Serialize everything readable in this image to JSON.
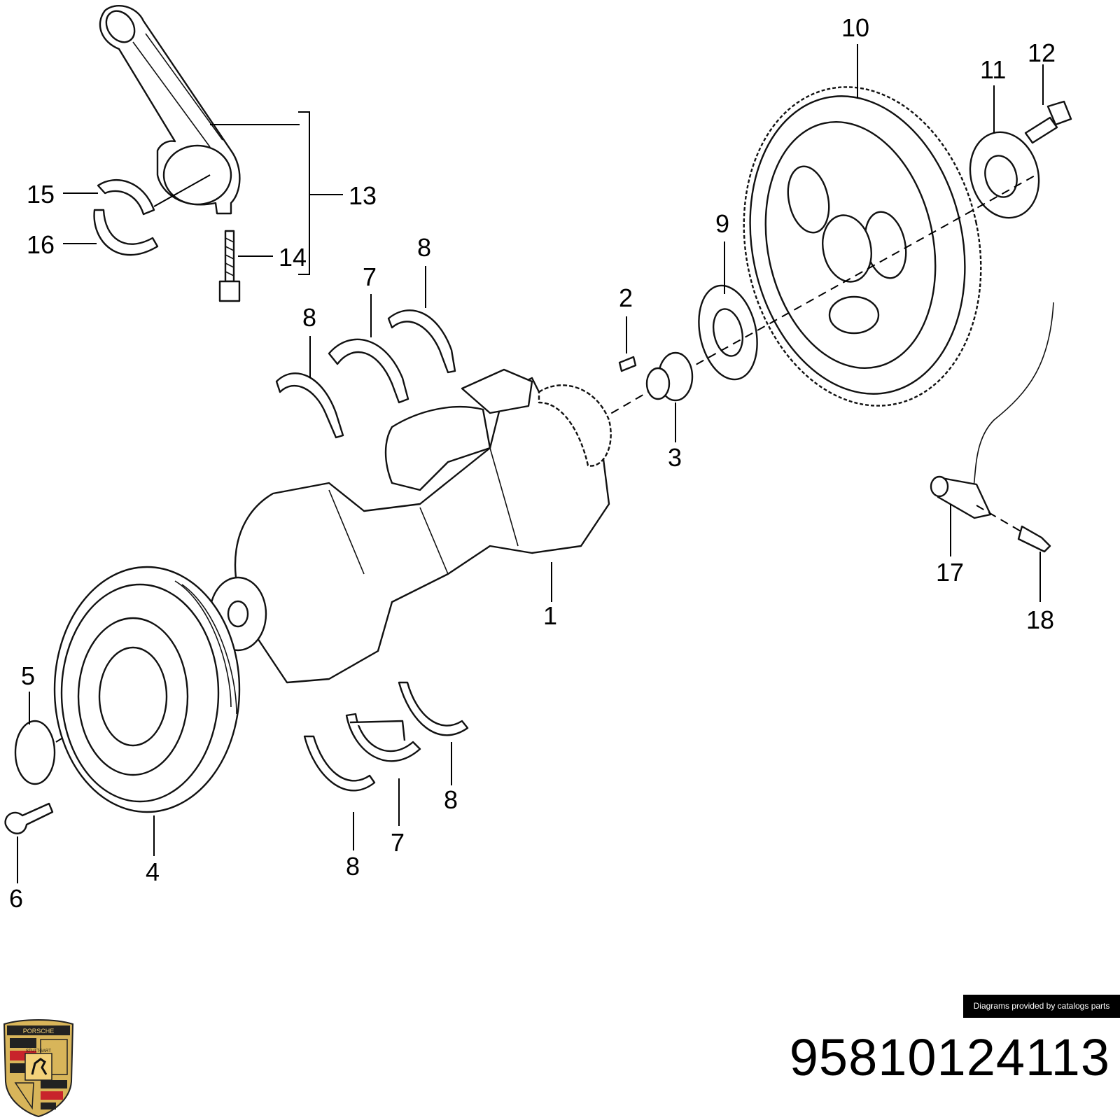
{
  "diagram": {
    "callouts": [
      {
        "id": "c10",
        "text": "10"
      },
      {
        "id": "c12",
        "text": "12"
      },
      {
        "id": "c11",
        "text": "11"
      },
      {
        "id": "c13",
        "text": "13"
      },
      {
        "id": "c15",
        "text": "15"
      },
      {
        "id": "c16",
        "text": "16"
      },
      {
        "id": "c14",
        "text": "14"
      },
      {
        "id": "c8a",
        "text": "8"
      },
      {
        "id": "c8b",
        "text": "8"
      },
      {
        "id": "c7a",
        "text": "7"
      },
      {
        "id": "c9",
        "text": "9"
      },
      {
        "id": "c2",
        "text": "2"
      },
      {
        "id": "c3",
        "text": "3"
      },
      {
        "id": "c1",
        "text": "1"
      },
      {
        "id": "c17",
        "text": "17"
      },
      {
        "id": "c18",
        "text": "18"
      },
      {
        "id": "c5",
        "text": "5"
      },
      {
        "id": "c4",
        "text": "4"
      },
      {
        "id": "c6",
        "text": "6"
      },
      {
        "id": "c8c",
        "text": "8"
      },
      {
        "id": "c7b",
        "text": "7"
      },
      {
        "id": "c8d",
        "text": "8"
      }
    ]
  },
  "credit": "Diagrams provided by catalogs parts",
  "part_number": "95810124113",
  "logo": {
    "text_top": "PORSCHE",
    "text_mid": "STUTTGART"
  }
}
